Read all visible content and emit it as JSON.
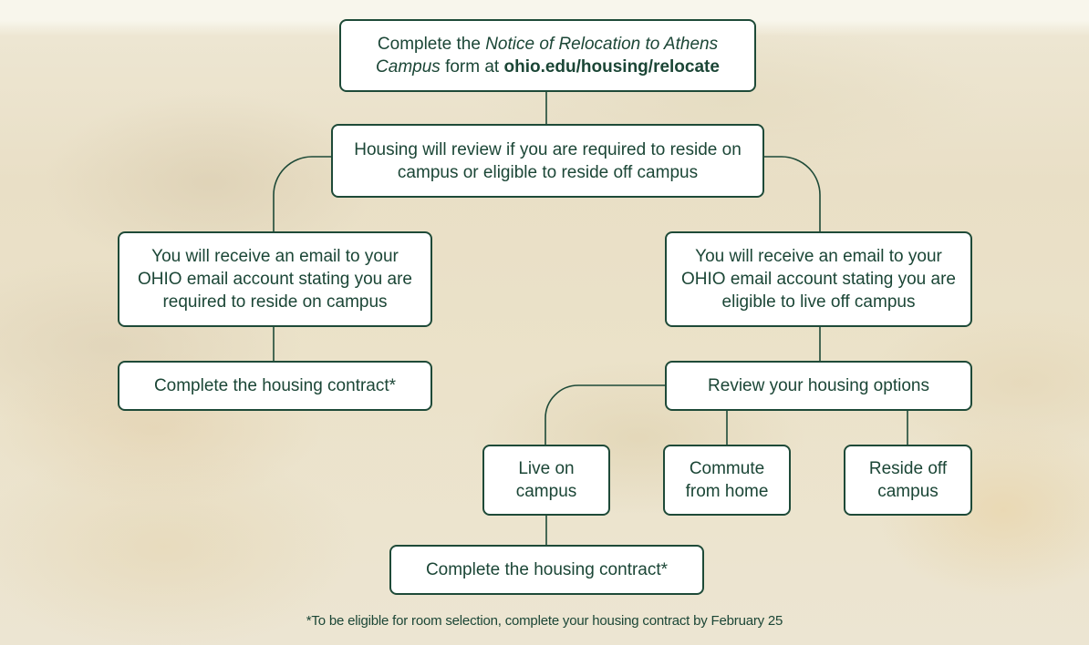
{
  "diagram": {
    "type": "flowchart",
    "colors": {
      "text": "#1b4636",
      "border": "#1e4a38",
      "box_fill": "#ffffff",
      "background": "#ede6d2"
    },
    "step1": {
      "prefix": "Complete the ",
      "form_name": "Notice of Relocation to Athens Campus",
      "middle": " form at ",
      "url": "ohio.edu/housing/relocate"
    },
    "step2": {
      "text": "Housing will review if you are required to reside on campus or eligible to reside off campus"
    },
    "left_branch": {
      "email": "You will receive an email to your OHIO email account stating you are required to reside on campus",
      "contract": "Complete the housing contract*"
    },
    "right_branch": {
      "email": "You will receive an email to your OHIO email account stating you are eligible to live off campus",
      "review": "Review your housing options",
      "options": [
        {
          "label": "Live on campus"
        },
        {
          "label": "Commute from home"
        },
        {
          "label": "Reside off campus"
        }
      ],
      "contract": "Complete the housing contract*"
    },
    "footnote": "*To be eligible for room selection, complete your housing contract by February 25"
  }
}
